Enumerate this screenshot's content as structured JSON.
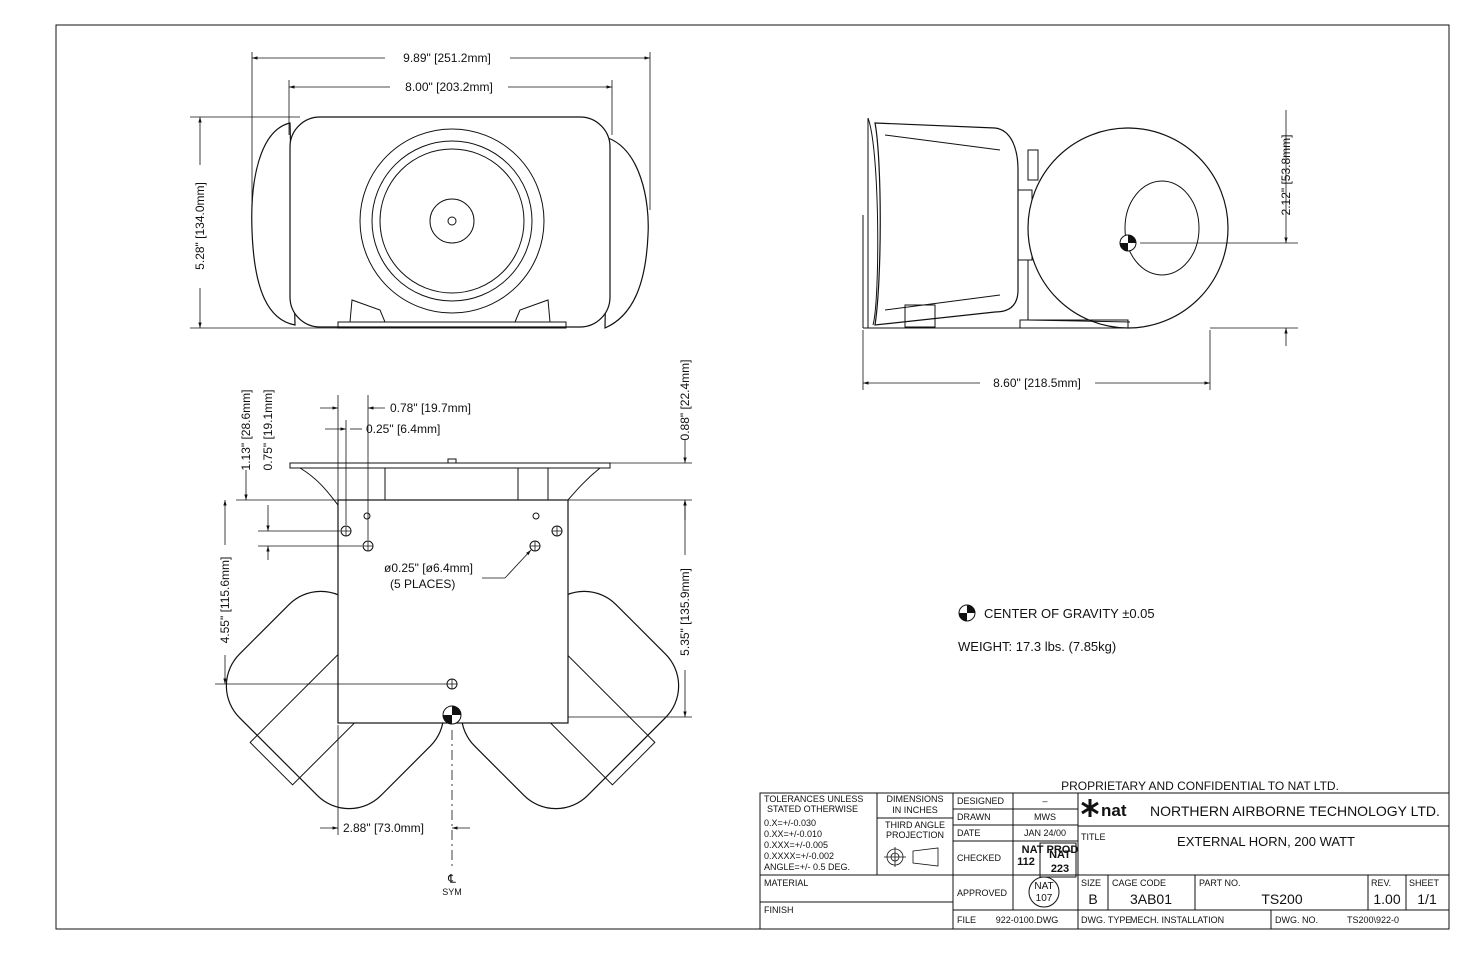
{
  "dimensions": {
    "front_width_overall": "9.89\" [251.2mm]",
    "front_width_inner": "8.00\" [203.2mm]",
    "front_height": "5.28\" [134.0mm]",
    "side_length": "8.60\" [218.5mm]",
    "side_cg_height": "2.12\" [53.8mm]",
    "top_offset_078": "0.78\" [19.7mm]",
    "top_offset_025": "0.25\" [6.4mm]",
    "top_113": "1.13\" [28.6mm]",
    "top_075": "0.75\" [19.1mm]",
    "top_088": "0.88\" [22.4mm]",
    "top_455": "4.55\" [115.6mm]",
    "top_535": "5.35\" [135.9mm]",
    "top_288": "2.88\" [73.0mm]",
    "hole_size": "ø0.25\" [ø6.4mm]",
    "hole_count": "(5 PLACES)",
    "sym_mark": "℄",
    "sym_label": "SYM"
  },
  "notes": {
    "cg": "CENTER OF GRAVITY ±0.05",
    "weight": "WEIGHT: 17.3 lbs. (7.85kg)"
  },
  "title_block": {
    "proprietary": "PROPRIETARY AND CONFIDENTIAL TO NAT LTD.",
    "tolerances": [
      "TOLERANCES UNLESS",
      "STATED OTHERWISE",
      "0.X=+/-0.030",
      "0.XX=+/-0.010",
      "0.XXX=+/-0.005",
      "0.XXXX=+/-0.002",
      "ANGLE=+/- 0.5 DEG."
    ],
    "dimensions_in": [
      "DIMENSIONS",
      "IN INCHES"
    ],
    "projection": [
      "THIRD ANGLE",
      "PROJECTION"
    ],
    "material_label": "MATERIAL",
    "finish_label": "FINISH",
    "designed_label": "DESIGNED",
    "designed_value": "–",
    "drawn_label": "DRAWN",
    "drawn_value": "MWS",
    "date_label": "DATE",
    "date_value": "JAN 24/00",
    "checked_label": "CHECKED",
    "approved_label": "APPROVED",
    "nat_prod": "NAT PROD",
    "stamp_112": "112",
    "stamp_nat": "NAT",
    "stamp_223": "223",
    "stamp_107": "107",
    "company_logo": "nat",
    "company_name": "NORTHERN AIRBORNE TECHNOLOGY LTD.",
    "title_label": "TITLE",
    "title_value": "EXTERNAL HORN, 200 WATT",
    "size_label": "SIZE",
    "size_value": "B",
    "cage_label": "CAGE CODE",
    "cage_value": "3AB01",
    "part_label": "PART NO.",
    "part_value": "TS200",
    "rev_label": "REV.",
    "rev_value": "1.00",
    "sheet_label": "SHEET",
    "sheet_value": "1/1",
    "file_label": "FILE",
    "file_value": "922-0100.DWG",
    "dwg_type_label": "DWG. TYPE",
    "dwg_type_value": "MECH. INSTALLATION",
    "dwg_no_label": "DWG. NO.",
    "dwg_no_value": "TS200\\922-0"
  },
  "colors": {
    "ink": "#111111",
    "paper": "#ffffff"
  }
}
